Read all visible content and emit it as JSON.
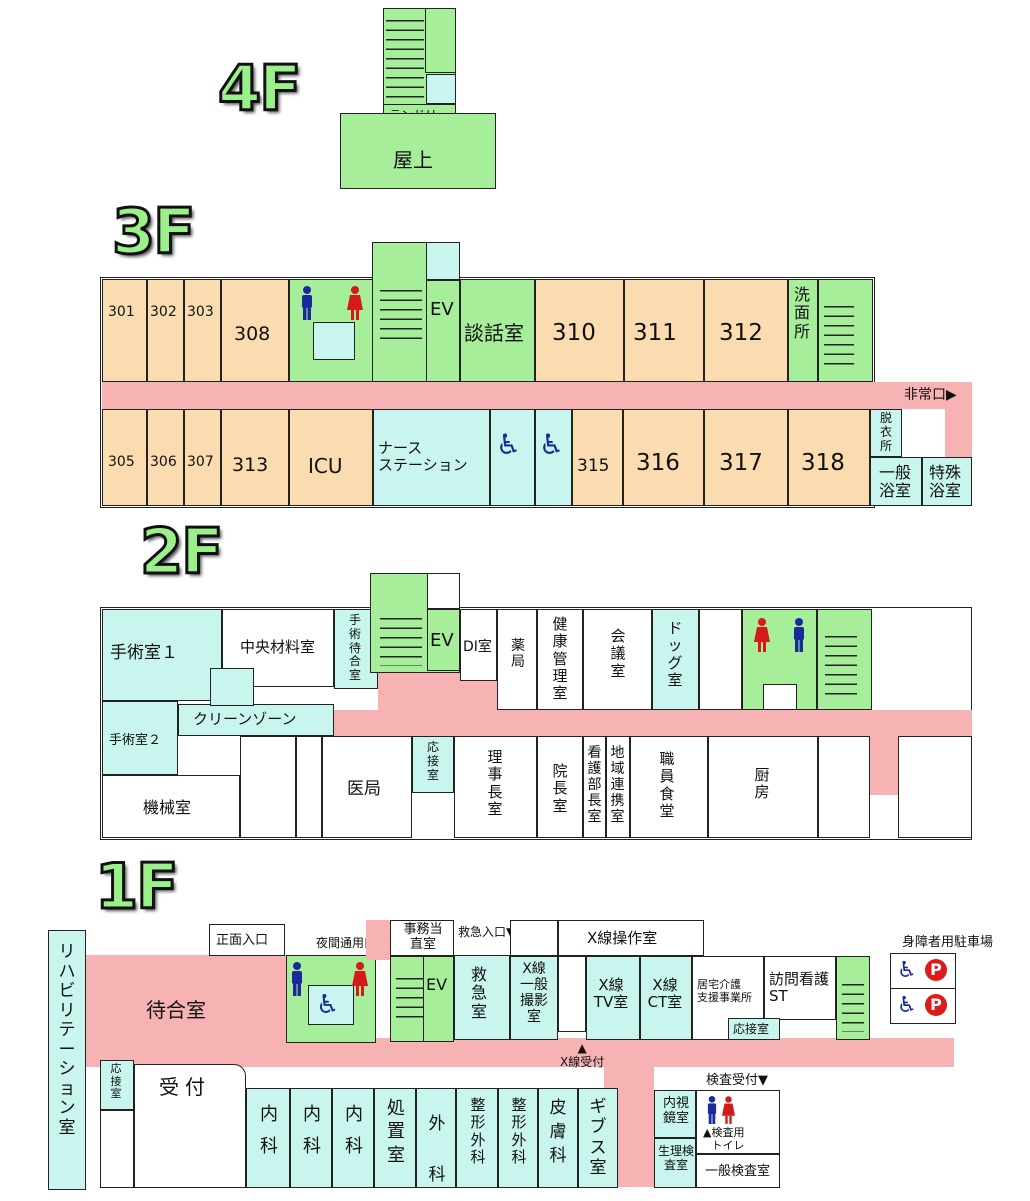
{
  "floors": {
    "f4": "4F",
    "f3": "3F",
    "f2": "2F",
    "f1": "1F"
  },
  "f4": {
    "laundry": "ランドリー",
    "rooftop": "屋上"
  },
  "f3": {
    "r301": "301",
    "r302": "302",
    "r303": "303",
    "r308": "308",
    "ev": "EV",
    "talk": "談話室",
    "r310": "310",
    "r311": "311",
    "r312": "312",
    "wash": "洗面所",
    "exit": "非常口▶",
    "r305": "305",
    "r306": "306",
    "r307": "307",
    "r313": "313",
    "icu": "ICU",
    "nurse": "ナース\nステーション",
    "r315": "315",
    "r316": "316",
    "r317": "317",
    "r318": "318",
    "dress": "脱衣所",
    "bath1": "一般浴室",
    "bath2": "特殊浴室"
  },
  "f2": {
    "op1": "手術室１",
    "central": "中央材料室",
    "opwait": "手術待合室",
    "ev": "EV",
    "di": "DI室",
    "pharmacy": "薬局",
    "health": "健康管理室",
    "meeting": "会議室",
    "dock": "ドッグ室",
    "op2": "手術室２",
    "clean": "クリーンゾーン",
    "machine": "機械室",
    "doctors": "医局",
    "reception": "応接室",
    "chairman": "理事長室",
    "director": "院長室",
    "nursechief": "看護部長室",
    "region": "地域連携室",
    "staff": "職員食堂",
    "kitchen": "厨房"
  },
  "f1": {
    "rehab": "リハビリテーション室",
    "main_entrance": "正面入口",
    "night_entrance": "夜間通用口",
    "duty": "事務当直室",
    "emer_entrance": "救急入口▼",
    "xop": "X線操作室",
    "waiting": "待合室",
    "ev": "EV",
    "emergency": "救急室",
    "xgeneral": "X線一般撮影室",
    "xtv": "X線TV室",
    "xct": "X線CT室",
    "care": "居宅介護\n支援事業所",
    "visit": "訪問看護ST",
    "reception2": "応接室",
    "xreception": "▲\nX線受付",
    "parking_title": "身障者用駐車場",
    "reception3": "応接室",
    "uketsuke": "受付",
    "exam_reception": "検査受付▼",
    "internal": "内科",
    "treatment": "処置室",
    "surgery": "外科",
    "ortho": "整形外科",
    "derma": "皮膚科",
    "cast": "ギブス室",
    "endoscope": "内視鏡室",
    "physio": "生理検査室",
    "exam_toilet": "▲検査用\nトイレ",
    "general_exam": "一般検査室",
    "parking_p": "P"
  },
  "colors": {
    "patient": "#fbdcb0",
    "service": "#c8f6ee",
    "utility": "#a6ee9a",
    "corridor": "#f7b3b3"
  }
}
